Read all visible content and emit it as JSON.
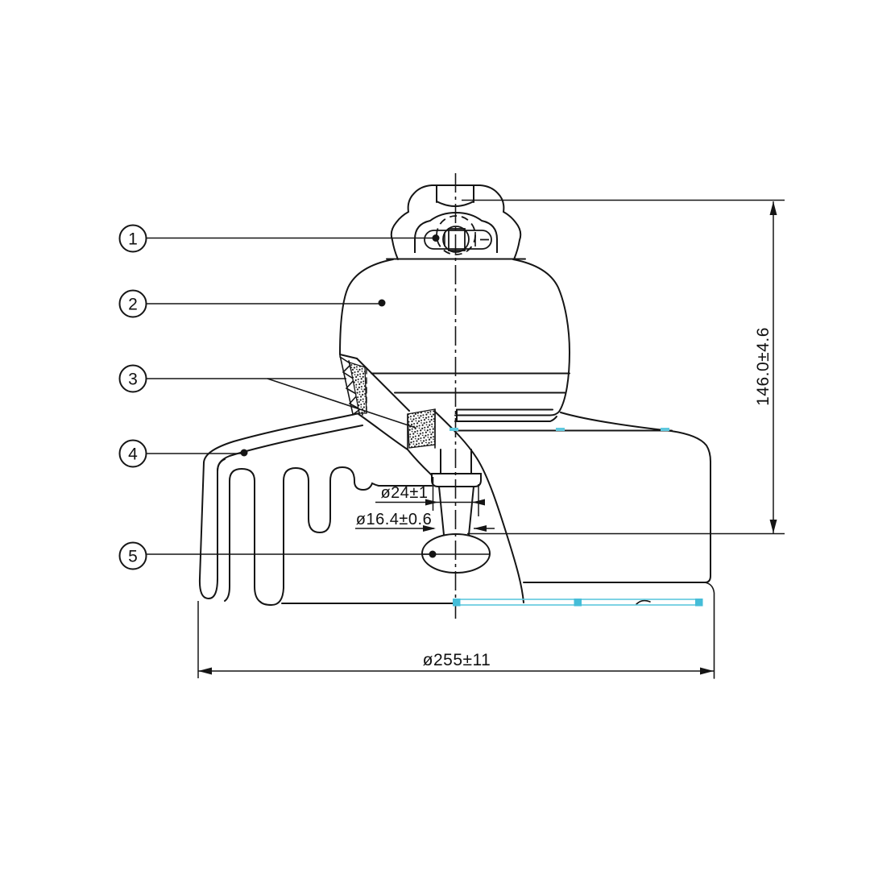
{
  "drawing": {
    "type": "technical-drawing",
    "subject": "suspension disc insulator cross-section",
    "callouts": [
      {
        "num": "1"
      },
      {
        "num": "2"
      },
      {
        "num": "3"
      },
      {
        "num": "4"
      },
      {
        "num": "5"
      }
    ],
    "dimensions": {
      "overall_height": "146.0±4.6",
      "pin_upper_dia": "ø24±1",
      "pin_lower_dia": "ø16.4±0.6",
      "disc_dia": "ø255±11"
    },
    "colors": {
      "line": "#151515",
      "selection": "#5ec8de",
      "grip": "#45bdd8"
    }
  }
}
